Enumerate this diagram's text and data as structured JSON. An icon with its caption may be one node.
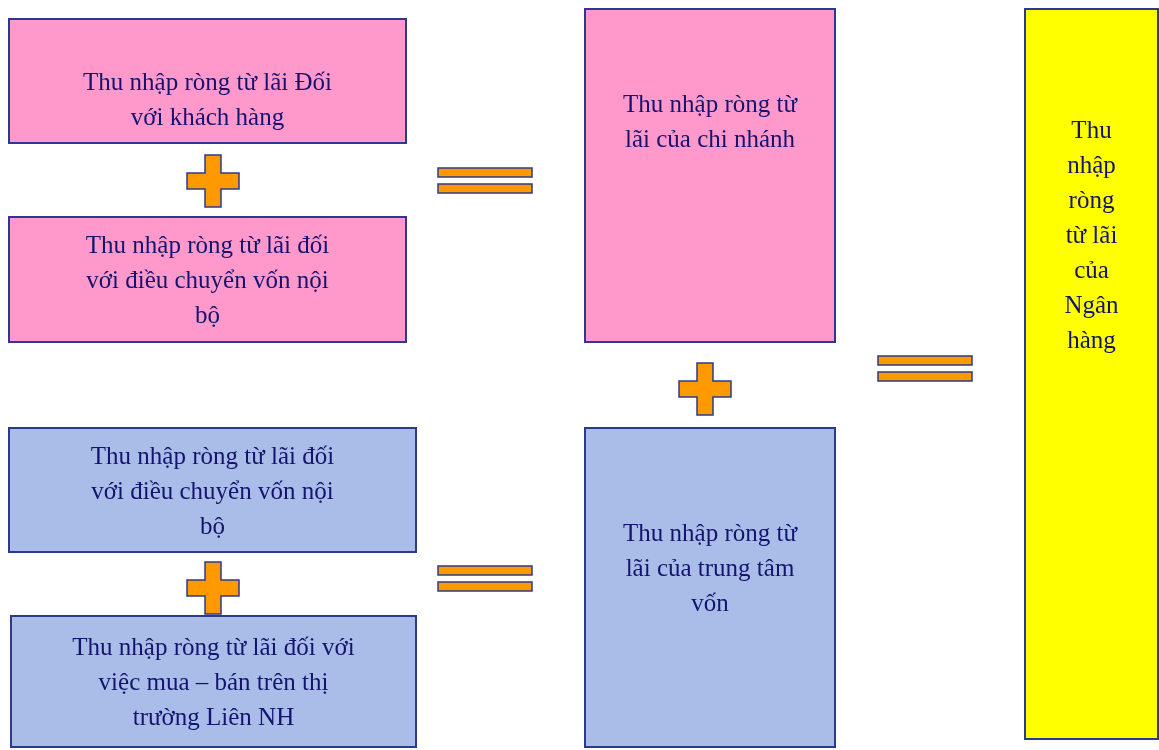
{
  "diagram": {
    "nodes": [
      {
        "text": [
          "Thu nhập ròng từ lãi Đối với khách hàng"
        ]
      },
      {
        "text": [
          "Thu nhập ròng từ lãi đối với điều chuyển vốn nội bộ"
        ]
      },
      {
        "text": [
          "Thu nhập ròng từ lãi của chi nhánh"
        ]
      },
      {
        "text": [
          "Thu nhập ròng từ lãi đối với điều chuyển vốn nội bộ"
        ]
      },
      {
        "text": [
          "Thu nhập ròng từ lãi đối với việc mua – bán trên thị trường Liên NH"
        ]
      },
      {
        "text": [
          "Thu nhập ròng từ lãi của trung tâm vốn"
        ]
      },
      {
        "text": [
          "Thu nhập ròng từ lãi của Ngân hàng"
        ]
      }
    ]
  }
}
